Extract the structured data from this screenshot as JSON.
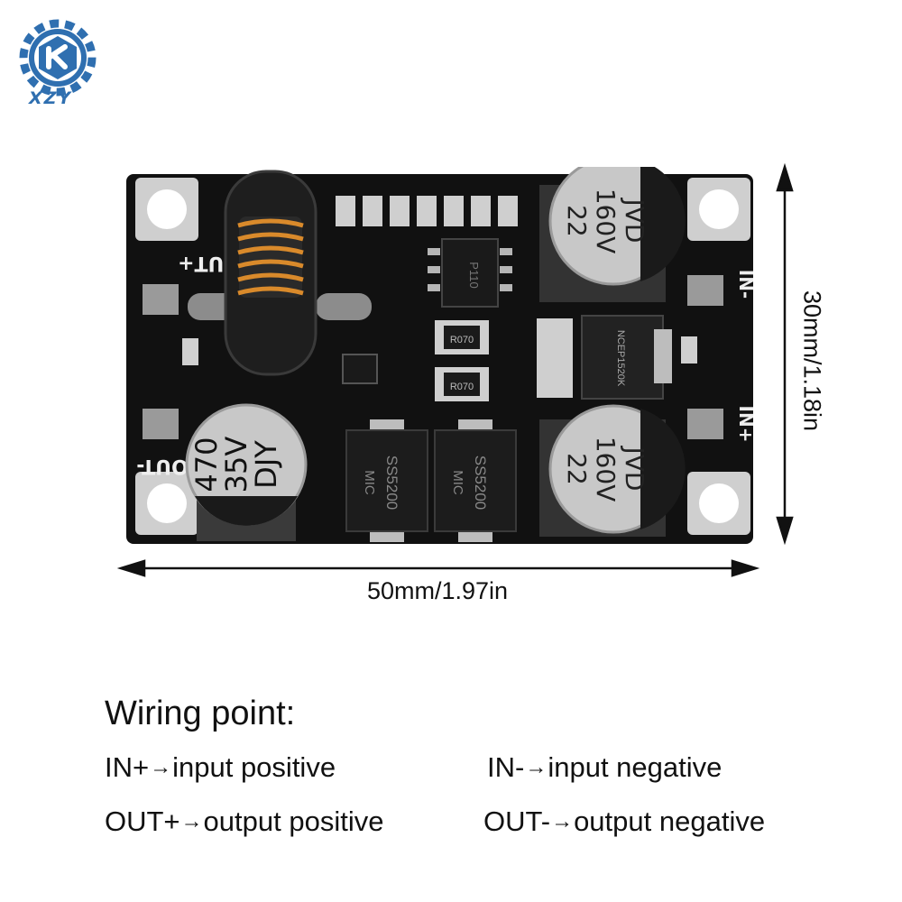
{
  "brand": {
    "name": "XZY",
    "color": "#2f6fb0"
  },
  "board_labels": {
    "out_plus": "OUT+",
    "out_minus": "OUT-",
    "in_plus": "IN+",
    "in_minus": "IN-",
    "cap_big": [
      "470",
      "35V",
      "DJY"
    ],
    "cap_small": [
      "22",
      "160V",
      "JVD"
    ],
    "diode": [
      "SS5200",
      "MIC"
    ],
    "ic": "P110",
    "resistor": "R070",
    "mosfet": "NCEP1520K"
  },
  "dimensions": {
    "width_label": "50mm/1.97in",
    "height_label": "30mm/1.18in"
  },
  "wiring": {
    "title": "Wiring point:",
    "items": [
      {
        "term": "IN+",
        "desc": "input positive"
      },
      {
        "term": "IN-",
        "desc": "input negative"
      },
      {
        "term": "OUT+",
        "desc": "output positive"
      },
      {
        "term": "OUT-",
        "desc": "output negative"
      }
    ],
    "arrow": "→"
  }
}
